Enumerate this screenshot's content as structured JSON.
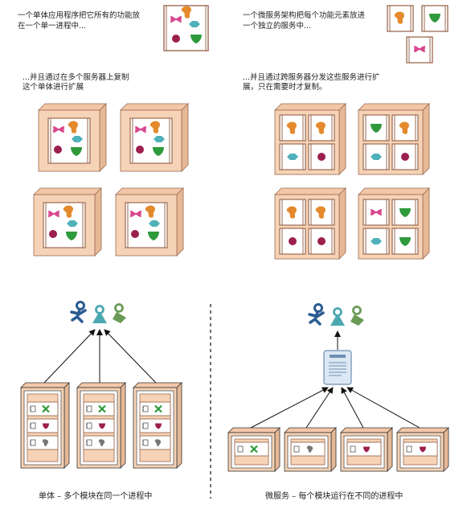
{
  "text": {
    "mono_desc_1": "一个单体应用程序把它所有的功能放",
    "mono_desc_2": "在一个单一进程中...",
    "mono_scale_1": "...并且通过在多个服务器上复制",
    "mono_scale_2": "这个单体进行扩展",
    "micro_desc_1": "一个微服务架构把每个功能元素放进",
    "micro_desc_2": "一个独立的服务中...",
    "micro_scale_1": "...并且通过跨服务器分发这些服务进行扩",
    "micro_scale_2": "展，只在需要时才复制。",
    "mono_caption": "单体 – 多个模块在同一个进程中",
    "micro_caption": "微服务 – 每个模块运行在不同的进程中"
  },
  "colors": {
    "server_face": "#f6d3b6",
    "server_side": "#e6b896",
    "frame": "#9b6a52",
    "orange": "#e48a2d",
    "pink": "#d9488f",
    "teal": "#4fb1b9",
    "maroon": "#9c1f4d",
    "green": "#2f9a3c",
    "user_blue": "#2a5c92",
    "user_teal": "#4ba8b0",
    "user_green": "#6a9b56",
    "dashed": "#333333"
  },
  "icons": {
    "shapes": [
      "orange-blob-icon",
      "pink-bowtie-icon",
      "teal-diamond-icon",
      "maroon-circle-icon",
      "green-heart-icon"
    ],
    "users": [
      "user-blue-icon",
      "user-teal-icon",
      "user-green-icon"
    ],
    "load_balancer": "document-icon"
  }
}
